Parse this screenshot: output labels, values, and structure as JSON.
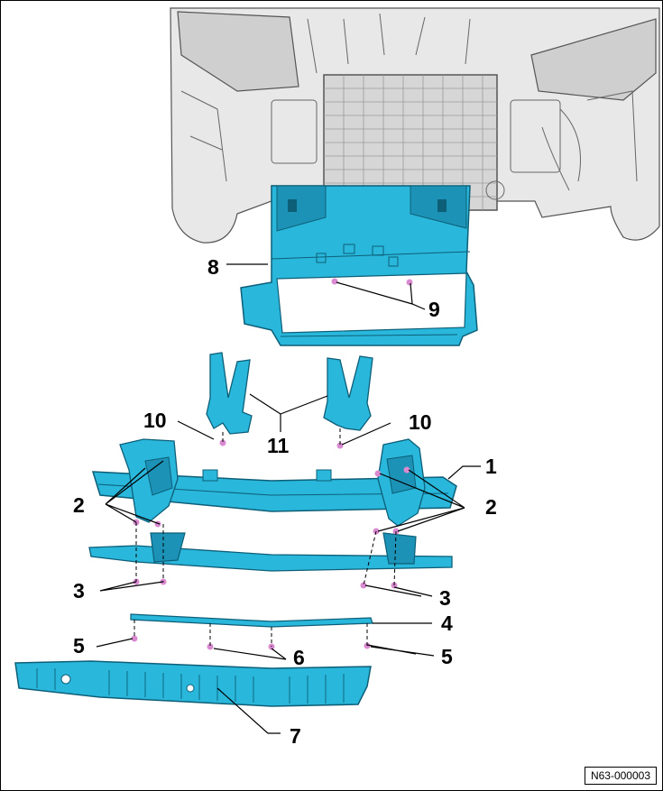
{
  "colors": {
    "part_fill": "#29b7dc",
    "part_dark": "#1c93b6",
    "part_edge": "#0d5f78",
    "vehicle_fill": "#e8e8e8",
    "vehicle_line": "#555555",
    "fastener": "#d98ad0"
  },
  "callouts": {
    "c1": "1",
    "c2_left": "2",
    "c2_right": "2",
    "c3_left": "3",
    "c3_right": "3",
    "c4": "4",
    "c5_left": "5",
    "c5_right": "5",
    "c6": "6",
    "c7": "7",
    "c8": "8",
    "c9": "9",
    "c10_left": "10",
    "c10_right": "10",
    "c11": "11"
  },
  "figure_id": "N63-000003"
}
